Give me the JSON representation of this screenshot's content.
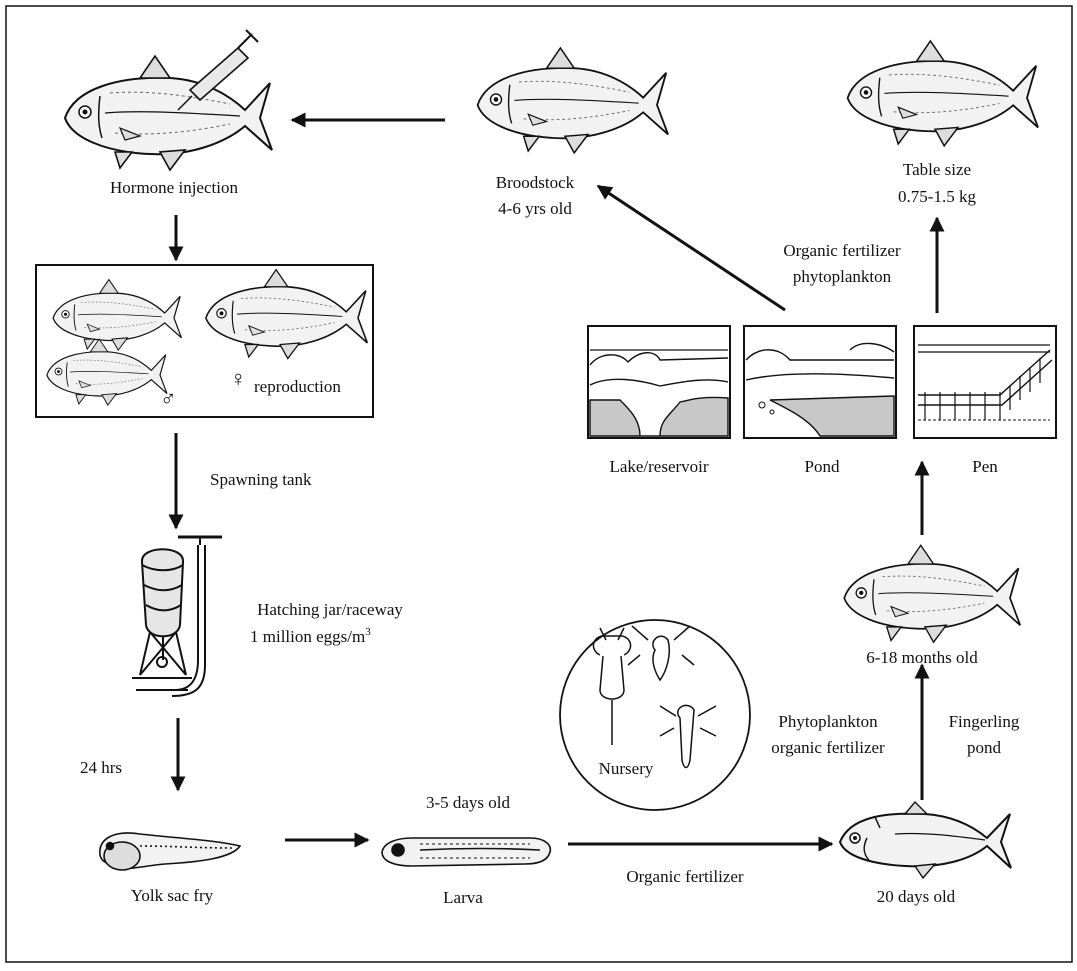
{
  "labels": {
    "hormone_injection": "Hormone injection",
    "broodstock_line1": "Broodstock",
    "broodstock_line2": "4-6 yrs old",
    "table_size_line1": "Table size",
    "table_size_line2": "0.75-1.5 kg",
    "organic_fert_phyto_line1": "Organic fertilizer",
    "organic_fert_phyto_line2": "phytoplankton",
    "reproduction": "reproduction",
    "male_symbol": "♂",
    "female_symbol": "♀",
    "lake_reservoir": "Lake/reservoir",
    "pond": "Pond",
    "pen": "Pen",
    "spawning_tank": "Spawning tank",
    "hatching_line1": "Hatching jar/raceway",
    "hatching_line2": "1 million eggs/m",
    "hatching_sup": "3",
    "months_old": "6-18 months old",
    "hrs_24": "24 hrs",
    "nursery": "Nursery",
    "phyto_org_line1": "Phytoplankton",
    "phyto_org_line2": "organic fertilizer",
    "fingerling_line1": "Fingerling",
    "fingerling_line2": "pond",
    "days_3_5": "3-5 days old",
    "yolk_sac_fry": "Yolk sac fry",
    "larva": "Larva",
    "organic_fertilizer": "Organic fertilizer",
    "days_20": "20 days old"
  },
  "colors": {
    "ink": "#111111",
    "water_fill": "#c8c8c8",
    "fish_fill": "#f2f2f2"
  },
  "icons": [
    "fish-icon",
    "syringe-icon",
    "hatching-jar-icon",
    "yolk-sac-fry-icon",
    "larva-icon",
    "fingerling-icon",
    "zooplankton-icon",
    "lake-scene-icon",
    "pond-scene-icon",
    "pen-scene-icon"
  ]
}
